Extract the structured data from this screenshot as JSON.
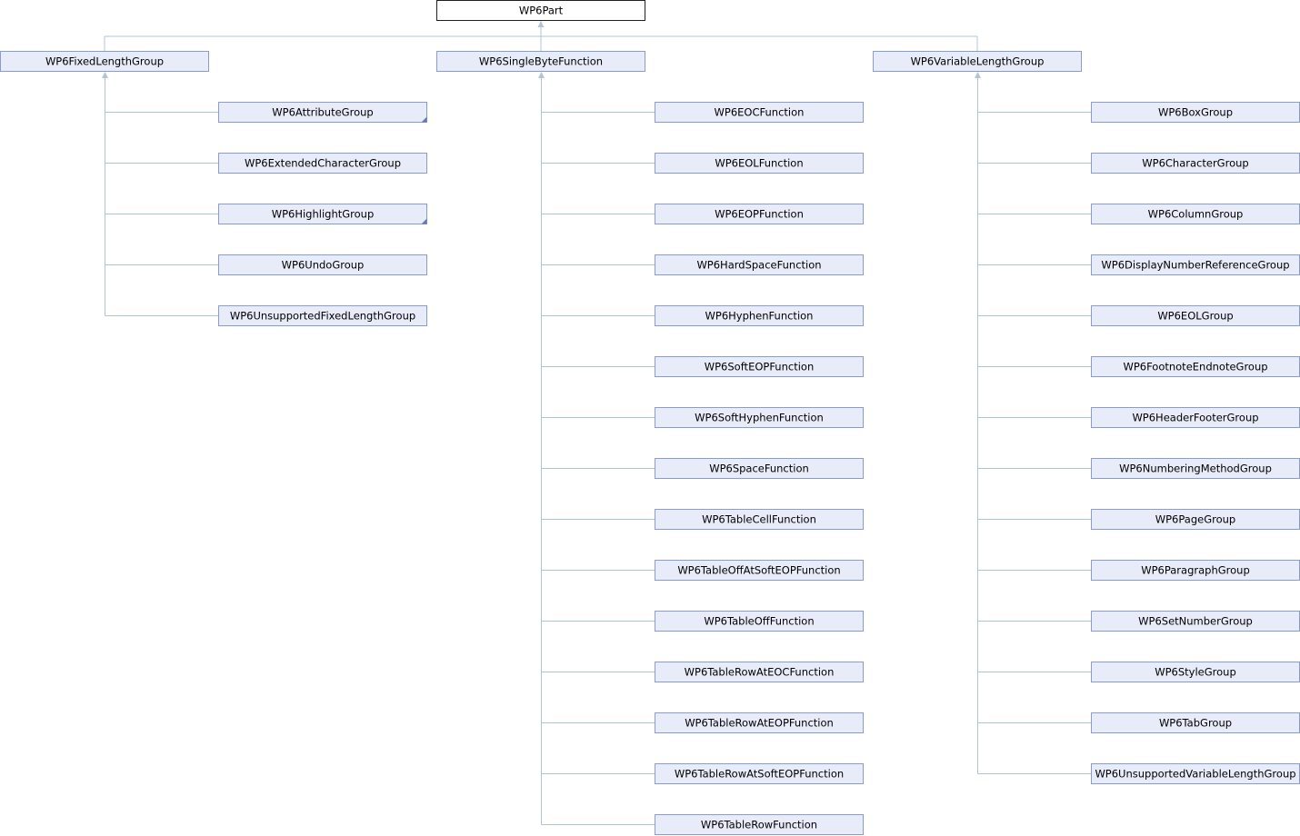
{
  "diagram": {
    "colors": {
      "node_fill": "#e8ecf8",
      "node_border": "#8a9cc8",
      "root_fill": "#ffffff",
      "root_border": "#202020",
      "edge": "#b0c4d8",
      "corner_marker": "#6677bb"
    },
    "root": {
      "label": "WP6Part"
    },
    "groups": [
      {
        "label": "WP6FixedLengthGroup",
        "children": [
          {
            "label": "WP6AttributeGroup",
            "has_subclasses": true
          },
          {
            "label": "WP6ExtendedCharacterGroup",
            "has_subclasses": false
          },
          {
            "label": "WP6HighlightGroup",
            "has_subclasses": true
          },
          {
            "label": "WP6UndoGroup",
            "has_subclasses": false
          },
          {
            "label": "WP6UnsupportedFixedLengthGroup",
            "has_subclasses": false
          }
        ]
      },
      {
        "label": "WP6SingleByteFunction",
        "children": [
          {
            "label": "WP6EOCFunction",
            "has_subclasses": false
          },
          {
            "label": "WP6EOLFunction",
            "has_subclasses": false
          },
          {
            "label": "WP6EOPFunction",
            "has_subclasses": false
          },
          {
            "label": "WP6HardSpaceFunction",
            "has_subclasses": false
          },
          {
            "label": "WP6HyphenFunction",
            "has_subclasses": false
          },
          {
            "label": "WP6SoftEOPFunction",
            "has_subclasses": false
          },
          {
            "label": "WP6SoftHyphenFunction",
            "has_subclasses": false
          },
          {
            "label": "WP6SpaceFunction",
            "has_subclasses": false
          },
          {
            "label": "WP6TableCellFunction",
            "has_subclasses": false
          },
          {
            "label": "WP6TableOffAtSoftEOPFunction",
            "has_subclasses": false
          },
          {
            "label": "WP6TableOffFunction",
            "has_subclasses": false
          },
          {
            "label": "WP6TableRowAtEOCFunction",
            "has_subclasses": false
          },
          {
            "label": "WP6TableRowAtEOPFunction",
            "has_subclasses": false
          },
          {
            "label": "WP6TableRowAtSoftEOPFunction",
            "has_subclasses": false
          },
          {
            "label": "WP6TableRowFunction",
            "has_subclasses": false
          }
        ]
      },
      {
        "label": "WP6VariableLengthGroup",
        "children": [
          {
            "label": "WP6BoxGroup",
            "has_subclasses": false
          },
          {
            "label": "WP6CharacterGroup",
            "has_subclasses": false
          },
          {
            "label": "WP6ColumnGroup",
            "has_subclasses": false
          },
          {
            "label": "WP6DisplayNumberReferenceGroup",
            "has_subclasses": false
          },
          {
            "label": "WP6EOLGroup",
            "has_subclasses": false
          },
          {
            "label": "WP6FootnoteEndnoteGroup",
            "has_subclasses": false
          },
          {
            "label": "WP6HeaderFooterGroup",
            "has_subclasses": false
          },
          {
            "label": "WP6NumberingMethodGroup",
            "has_subclasses": false
          },
          {
            "label": "WP6PageGroup",
            "has_subclasses": false
          },
          {
            "label": "WP6ParagraphGroup",
            "has_subclasses": false
          },
          {
            "label": "WP6SetNumberGroup",
            "has_subclasses": false
          },
          {
            "label": "WP6StyleGroup",
            "has_subclasses": false
          },
          {
            "label": "WP6TabGroup",
            "has_subclasses": false
          },
          {
            "label": "WP6UnsupportedVariableLengthGroup",
            "has_subclasses": false
          }
        ]
      }
    ]
  }
}
